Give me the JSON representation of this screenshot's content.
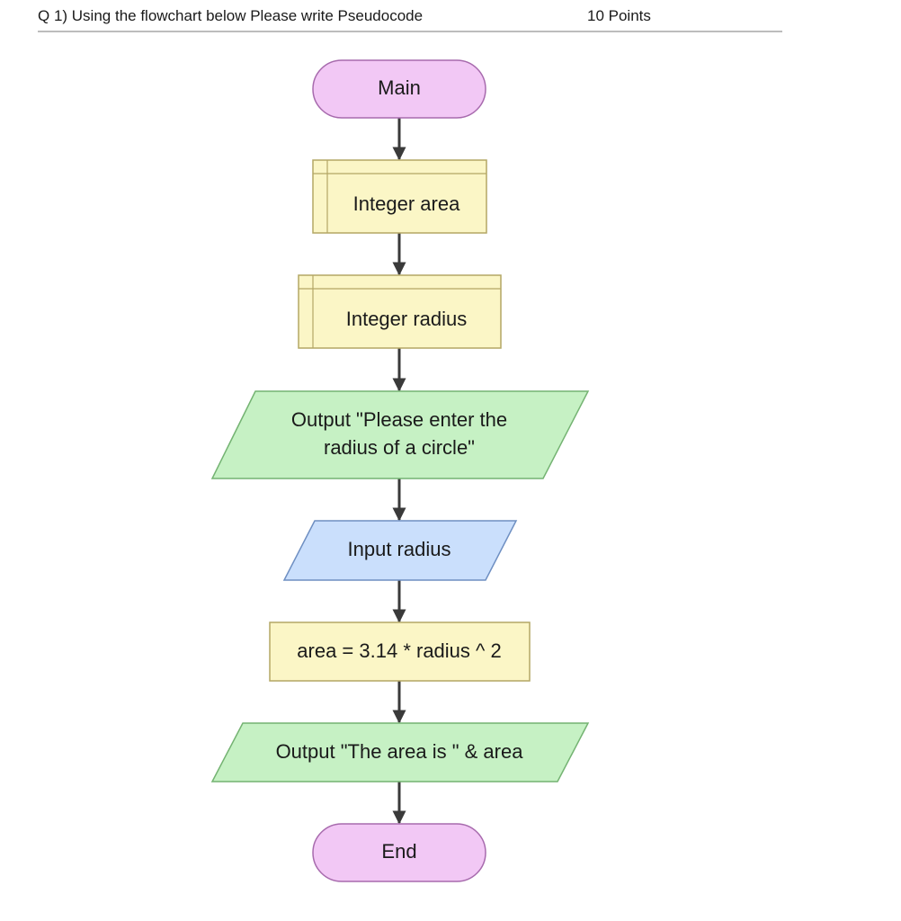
{
  "header": {
    "question": "Q 1) Using the flowchart below Please write Pseudocode",
    "points": "10 Points"
  },
  "flowchart": {
    "nodes": [
      {
        "id": "main",
        "type": "terminal",
        "text": [
          "Main"
        ]
      },
      {
        "id": "declare-area",
        "type": "declare",
        "text": [
          "Integer area"
        ]
      },
      {
        "id": "declare-radius",
        "type": "declare",
        "text": [
          "Integer radius"
        ]
      },
      {
        "id": "output-prompt",
        "type": "output",
        "text": [
          "Output \"Please enter the",
          "radius of a circle\""
        ]
      },
      {
        "id": "input-radius",
        "type": "input",
        "text": [
          "Input radius"
        ]
      },
      {
        "id": "assign-area",
        "type": "process",
        "text": [
          "area = 3.14 * radius ^ 2"
        ]
      },
      {
        "id": "output-area",
        "type": "output",
        "text": [
          "Output \"The area is \" & area"
        ]
      },
      {
        "id": "end",
        "type": "terminal",
        "text": [
          "End"
        ]
      }
    ]
  },
  "colors": {
    "terminal_fill": "#f2c8f5",
    "terminal_stroke": "#a76aad",
    "declare_fill": "#fbf6c6",
    "declare_stroke": "#b4a765",
    "output_fill": "#c6f1c4",
    "output_stroke": "#74b372",
    "input_fill": "#cadffc",
    "input_stroke": "#6e8fc2",
    "arrow": "#3a3a3a"
  }
}
